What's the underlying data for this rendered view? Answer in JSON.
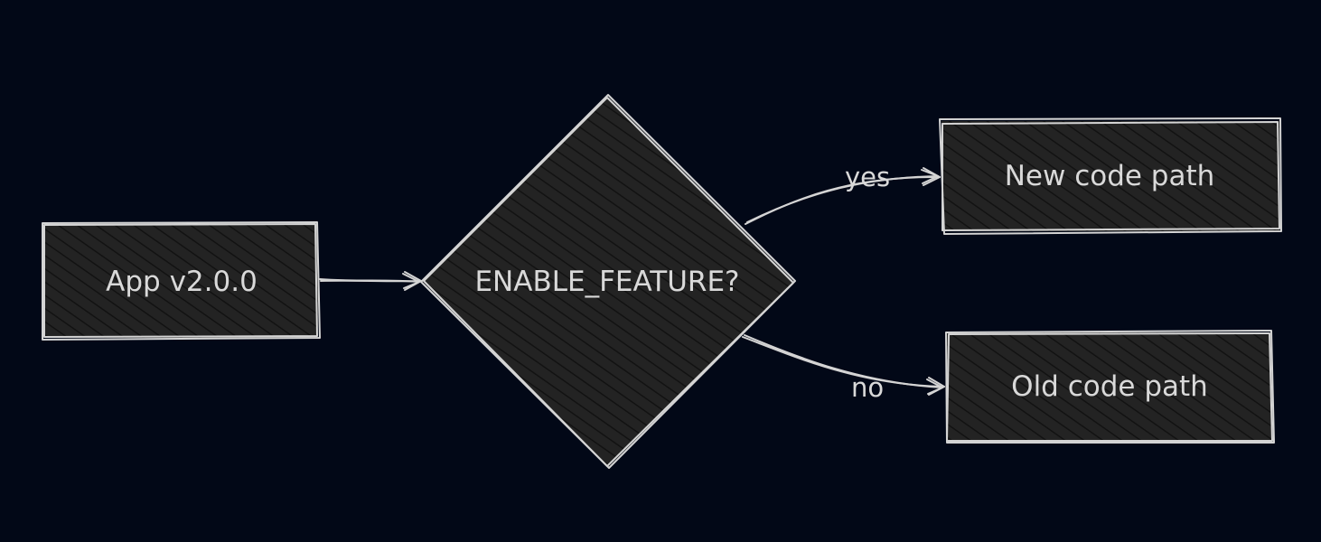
{
  "theme": {
    "background": "#020817",
    "shape_fill": "#232323",
    "hatch_color": "#121212",
    "stroke": "#d4d4d4",
    "text": "#d9d9d9"
  },
  "nodes": {
    "app": {
      "label": "App v2.0.0",
      "shape": "rectangle"
    },
    "decision": {
      "label": "ENABLE_FEATURE?",
      "shape": "diamond"
    },
    "new_path": {
      "label": "New code path",
      "shape": "rectangle"
    },
    "old_path": {
      "label": "Old code path",
      "shape": "rectangle"
    }
  },
  "edges": [
    {
      "from": "app",
      "to": "decision",
      "label": ""
    },
    {
      "from": "decision",
      "to": "new_path",
      "label": "yes"
    },
    {
      "from": "decision",
      "to": "old_path",
      "label": "no"
    }
  ]
}
